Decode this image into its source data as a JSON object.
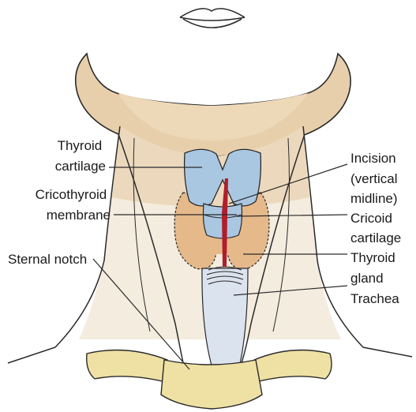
{
  "labels": {
    "thyroid_cartilage": [
      "Thyroid",
      "cartilage"
    ],
    "cricothyroid_membrane": [
      "Cricothyroid",
      "membrane"
    ],
    "sternal_notch": "Sternal notch",
    "incision": [
      "Incision",
      "(vertical",
      "midline)"
    ],
    "cricoid_cartilage": [
      "Cricoid",
      "cartilage"
    ],
    "thyroid_gland": [
      "Thyroid",
      "gland"
    ],
    "trachea": "Trachea"
  },
  "colors": {
    "skin": "#e8cfac",
    "skin_light": "#f2e6d3",
    "neck": "#f4ecde",
    "cartilage": "#aac7e2",
    "gland": "#e6b98a",
    "trachea": "#dbe3ee",
    "clavicle": "#efe1a4",
    "incision": "#b01e2c",
    "outline": "#2a2a2a"
  }
}
